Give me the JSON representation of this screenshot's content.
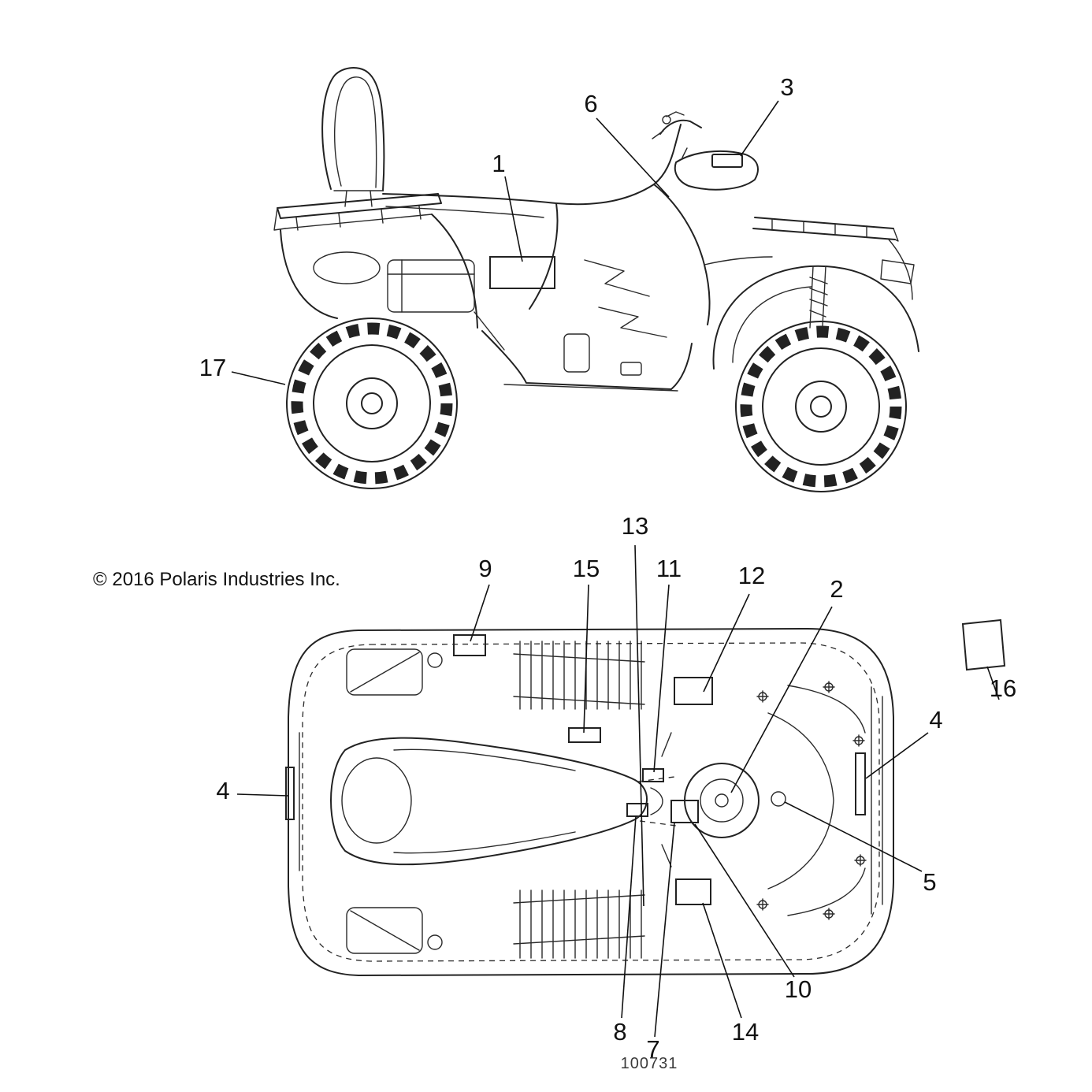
{
  "meta": {
    "copyright": "© 2016 Polaris Industries Inc.",
    "diagram_id": "100731"
  },
  "callouts": [
    {
      "label": "1"
    },
    {
      "label": "3"
    },
    {
      "label": "6"
    },
    {
      "label": "17"
    },
    {
      "label": "9"
    },
    {
      "label": "13"
    },
    {
      "label": "15"
    },
    {
      "label": "11"
    },
    {
      "label": "12"
    },
    {
      "label": "2"
    },
    {
      "label": "16"
    },
    {
      "label": "4"
    },
    {
      "label": "4"
    },
    {
      "label": "5"
    },
    {
      "label": "10"
    },
    {
      "label": "14"
    },
    {
      "label": "8"
    },
    {
      "label": "7"
    }
  ]
}
